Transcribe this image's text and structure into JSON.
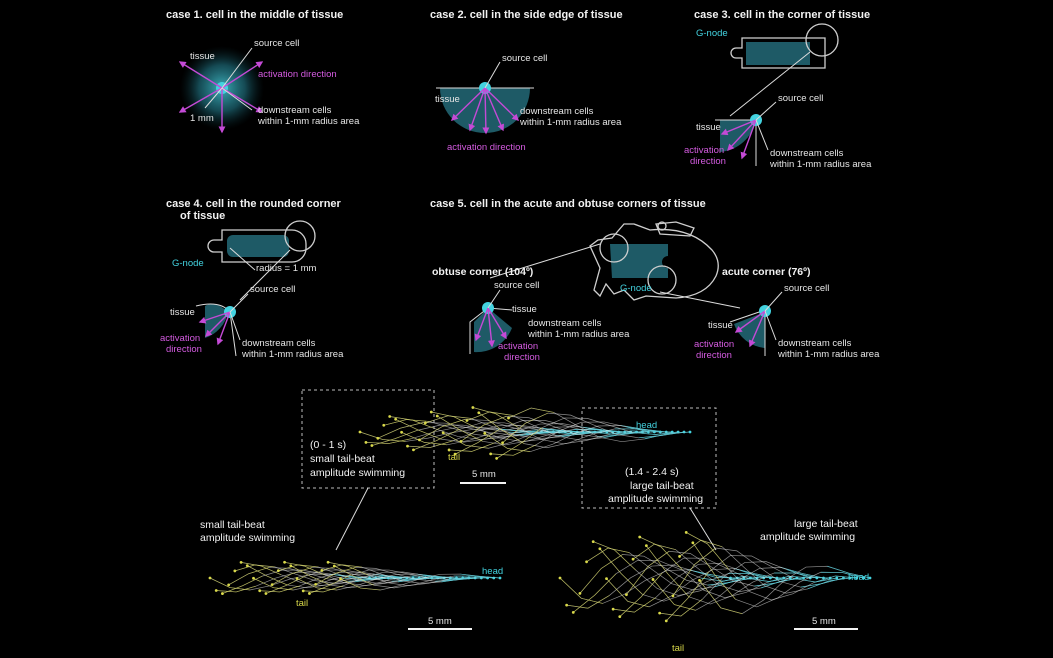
{
  "case1": {
    "title": "case 1. cell in the middle of tissue",
    "source": "source cell",
    "tissue": "tissue",
    "activation": "activation direction",
    "radius": "1 mm",
    "down1": "downstream cells",
    "down2": "within 1-mm radius area"
  },
  "case2": {
    "title": "case 2. cell in the side edge of tissue",
    "source": "source cell",
    "tissue": "tissue",
    "down1": "downstream cells",
    "down2": "within 1-mm radius area",
    "activation": "activation direction"
  },
  "case3": {
    "title": "case 3. cell in the corner of tissue",
    "gnode": "G-node",
    "source": "source cell",
    "tissue": "tissue",
    "act1": "activation",
    "act2": "direction",
    "down1": "downstream cells",
    "down2": "within 1-mm radius area"
  },
  "case4": {
    "title1": "case 4. cell in the rounded corner",
    "title2": "of tissue",
    "gnode": "G-node",
    "radius": "radius = 1 mm",
    "source": "source cell",
    "tissue": "tissue",
    "act1": "activation",
    "act2": "direction",
    "down1": "downstream cells",
    "down2": "within 1-mm radius area"
  },
  "case5": {
    "title": "case 5. cell in the acute and obtuse corners of tissue",
    "obtuse": "obtuse corner (104º)",
    "acute": "acute corner (76º)",
    "gnode": "G-node",
    "o_source": "source cell",
    "o_tissue": "tissue",
    "o_down1": "downstream cells",
    "o_down2": "within 1-mm radius area",
    "o_act1": "activation",
    "o_act2": "direction",
    "a_source": "source cell",
    "a_tissue": "tissue",
    "a_act1": "activation",
    "a_act2": "direction",
    "a_down1": "downstream cells",
    "a_down2": "within 1-mm radius area"
  },
  "swim": {
    "box1_l1": "(0 - 1 s)",
    "box1_l2": "small tail-beat",
    "box1_l3": "amplitude swimming",
    "box2_l1": "(1.4 - 2.4 s)",
    "box2_l2": "large tail-beat",
    "box2_l3": "amplitude swimming",
    "top_head": "head",
    "top_tail": "tail",
    "top_scale": "5 mm",
    "small_l1": "small tail-beat",
    "small_l2": "amplitude swimming",
    "small_head": "head",
    "small_tail": "tail",
    "small_scale": "5 mm",
    "large_l1": "large tail-beat",
    "large_l2": "amplitude swimming",
    "large_head": "head",
    "large_tail": "tail",
    "large_scale": "5 mm"
  },
  "colors": {
    "cyan": "#43d3e0",
    "magenta": "#d45be0",
    "yellow": "#d9d94a",
    "tissue": "#1e5a66"
  }
}
